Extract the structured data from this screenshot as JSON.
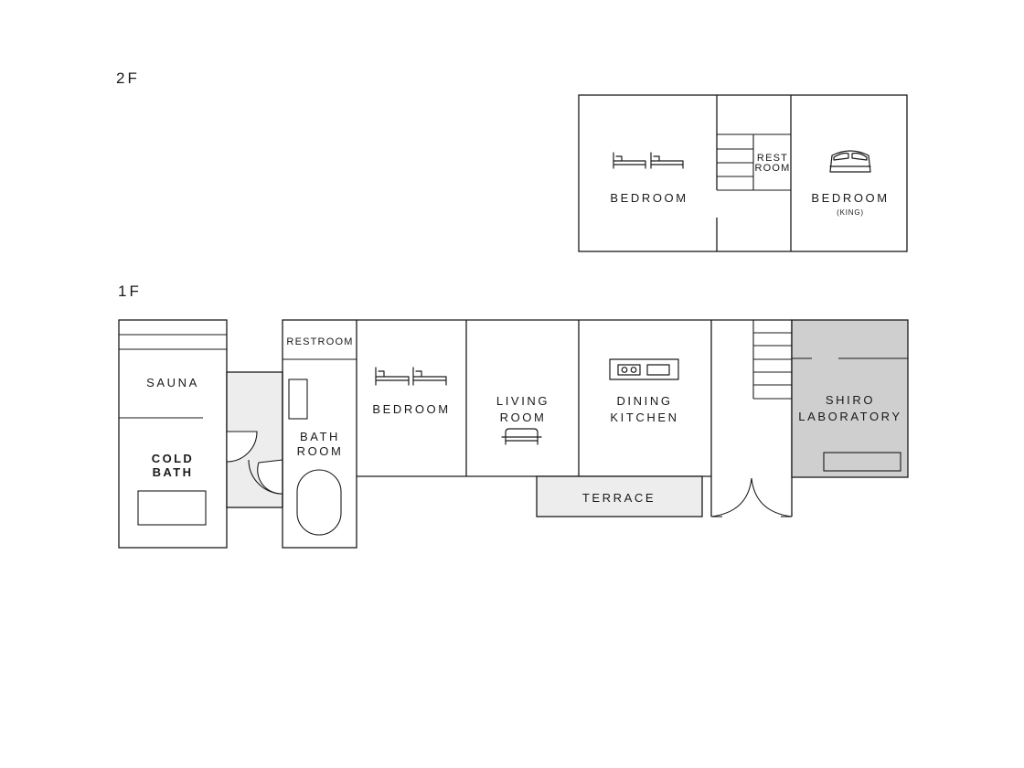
{
  "floors": {
    "second": {
      "label": "2F",
      "rooms": {
        "bedroom": "BEDROOM",
        "rest_room_line1": "REST",
        "rest_room_line2": "ROOM",
        "bedroom_king": "BEDROOM",
        "bedroom_king_note": "(KING)"
      }
    },
    "first": {
      "label": "1F",
      "rooms": {
        "sauna": "SAUNA",
        "cold_bath_line1": "COLD",
        "cold_bath_line2": "BATH",
        "restroom": "RESTROOM",
        "bath_room_line1": "BATH",
        "bath_room_line2": "ROOM",
        "bedroom": "BEDROOM",
        "living_room_line1": "LIVING",
        "living_room_line2": "ROOM",
        "dining_kitchen_line1": "DINING",
        "dining_kitchen_line2": "KITCHEN",
        "terrace": "TERRACE",
        "shiro_lab_line1": "SHIRO",
        "shiro_lab_line2": "LABORATORY"
      }
    }
  },
  "colors": {
    "wall": "#1a1a1a",
    "corridor_fill": "#ededed",
    "terrace_fill": "#ededed",
    "laboratory_fill": "#cfcfcf"
  }
}
